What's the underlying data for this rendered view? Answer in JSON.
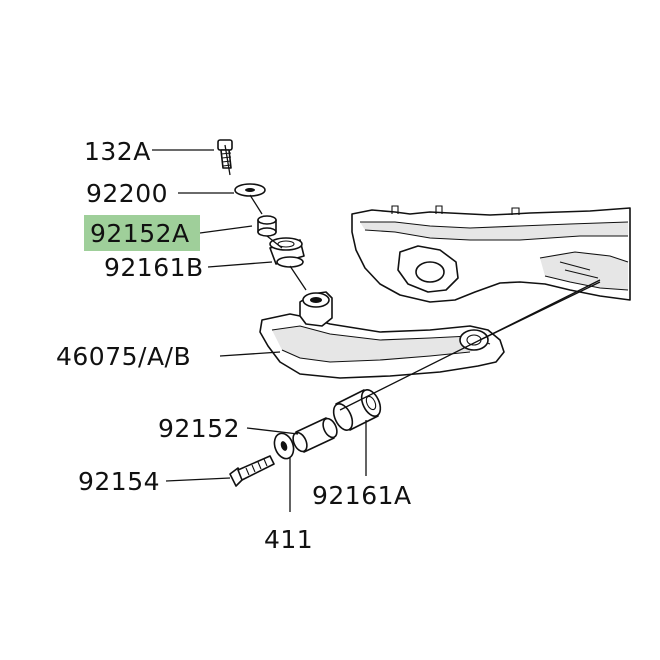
{
  "colors": {
    "highlight": "#9fcf9a",
    "line": "#111111",
    "background": "#ffffff"
  },
  "callouts": {
    "c132a": "132A",
    "c92200": "92200",
    "c92152a": "92152A",
    "c92161b": "92161B",
    "c46075": "46075/A/B",
    "c92152": "92152",
    "c92154": "92154",
    "c92161a": "92161A",
    "c411": "411"
  },
  "highlighted_callout": "92152A"
}
